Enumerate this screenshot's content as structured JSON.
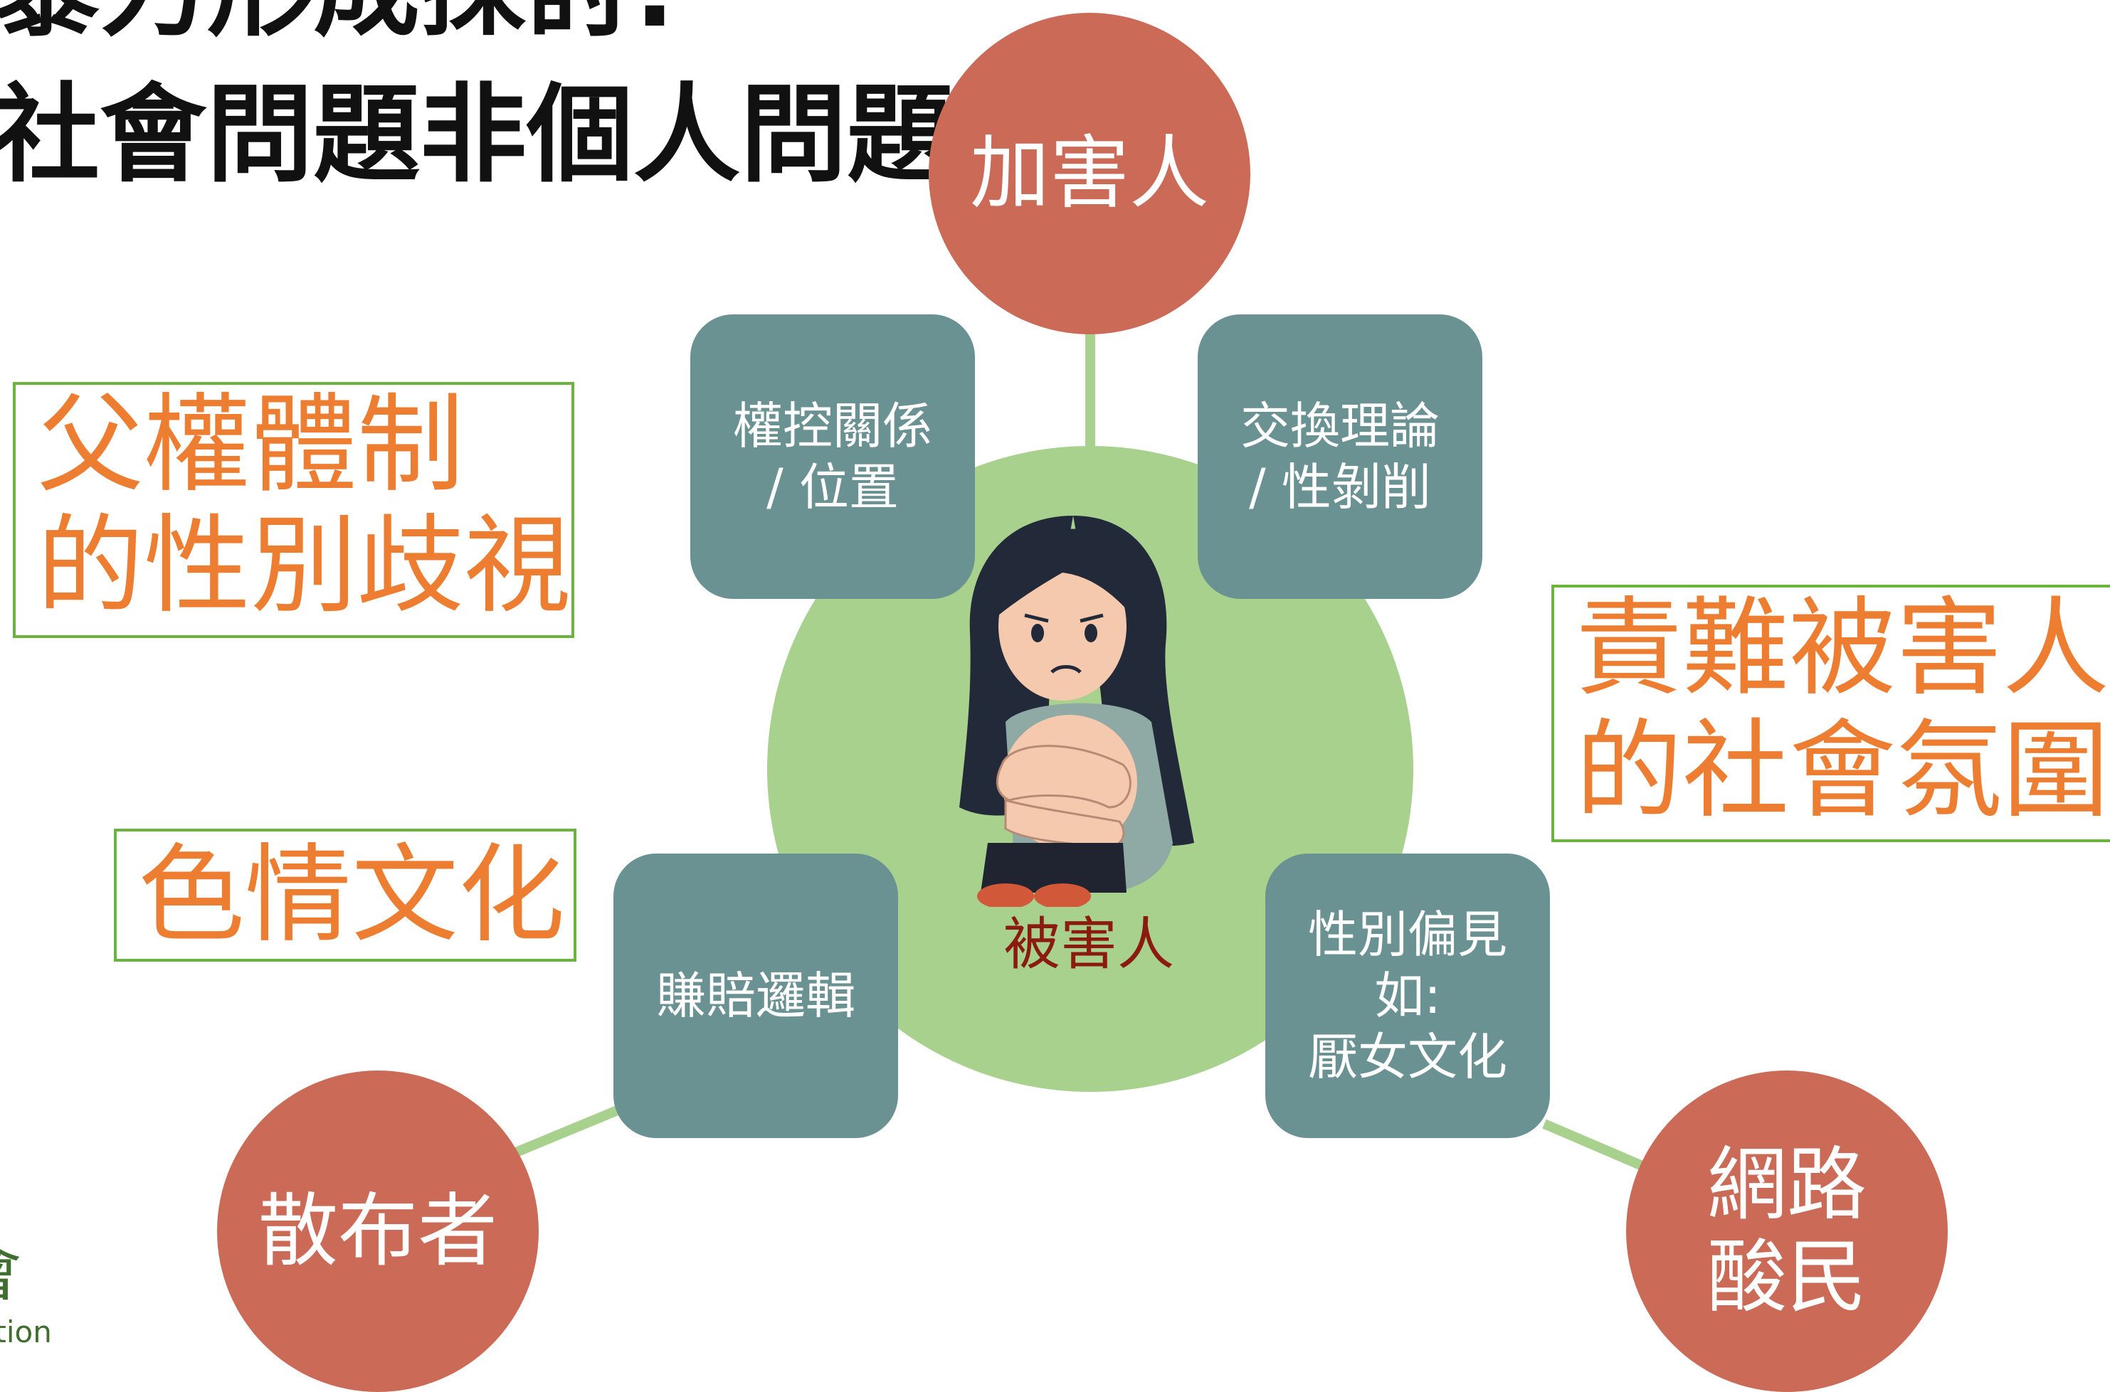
{
  "title": {
    "line1": "暴力形成探討:",
    "line2": "社會問題非個人問題"
  },
  "center": {
    "label": "被害人"
  },
  "actors": {
    "perpetrator": "加害人",
    "spreader": "散布者",
    "trolls": "網路\n酸民"
  },
  "factors": {
    "power": "權控關係\n/ 位置",
    "exchange": "交換理論\n/ 性剝削",
    "profit": "賺賠邏輯",
    "bias": "性別偏見\n如:\n厭女文化"
  },
  "contexts": {
    "patriarchy": "父權體制\n的性別歧視",
    "porn": "色情文化",
    "blame": "責難被害人\n的社會氛圍"
  },
  "logo": {
    "char": "會",
    "text": "dation"
  },
  "colors": {
    "actor_circle": "#cb6b57",
    "factor_box": "#6a9292",
    "victim_circle": "#a8d18d",
    "connector": "#a8d18d",
    "context_text": "#ed7d31",
    "context_border": "#6db33f",
    "victim_label": "#8b1a10"
  }
}
